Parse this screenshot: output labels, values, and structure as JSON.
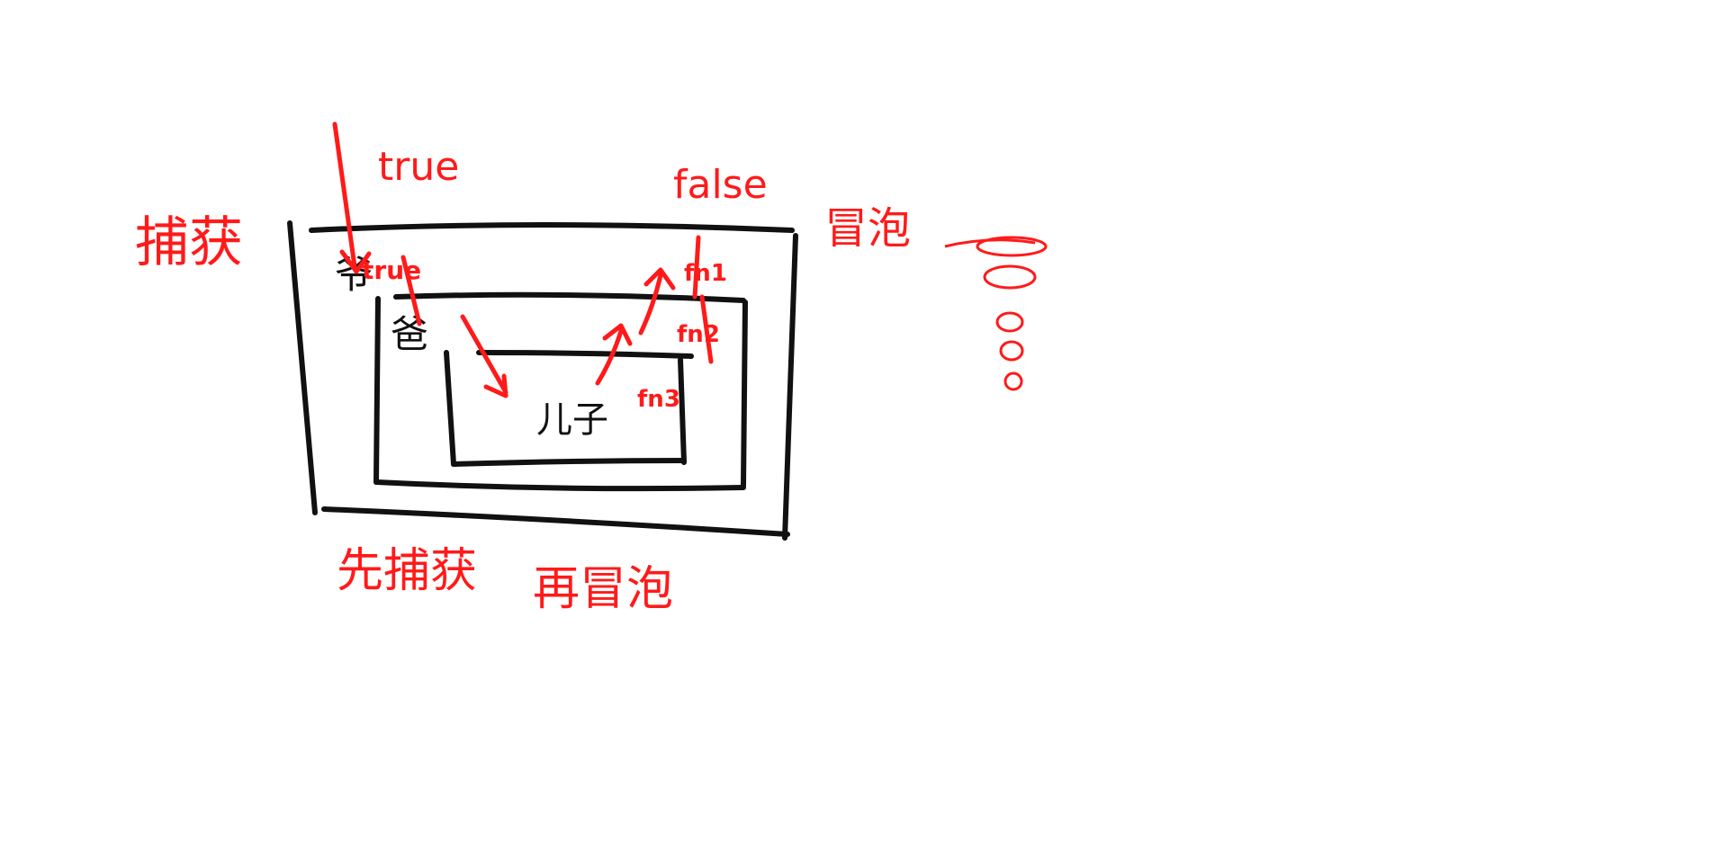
{
  "diagram": {
    "labels": {
      "capture": "捕获",
      "bubble": "冒泡",
      "true_top": "true",
      "false_top": "false",
      "bottom_caption_capture": "先捕获",
      "bottom_caption_bubble": "再冒泡"
    },
    "nodes": {
      "outer": "爷",
      "middle": "爸",
      "inner": "儿子"
    },
    "markers": {
      "outer_capture": "true",
      "bubble_1": "fn1",
      "bubble_2": "fn2",
      "bubble_3": "fn3"
    },
    "colors": {
      "ink_black": "#111111",
      "ink_red": "#ff1a1a",
      "background": "#ffffff"
    }
  }
}
